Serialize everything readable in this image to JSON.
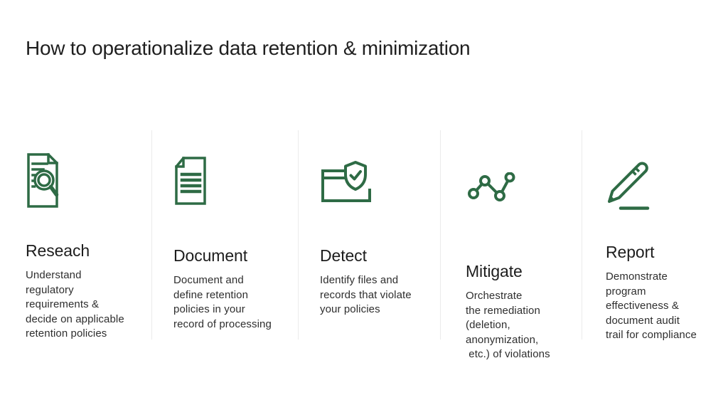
{
  "slide": {
    "title": "How to operationalize data retention & minimization"
  },
  "colors": {
    "accent_green": "#2e6b45",
    "title_text": "#1f1f1f",
    "heading_text": "#1d1d1d",
    "body_text": "#2e2e2e",
    "divider": "#ebebeb",
    "background": "#ffffff"
  },
  "steps": [
    {
      "icon": "document-magnifier-icon",
      "title": "Reseach",
      "description": "Understand\nregulatory\nrequirements &\ndecide on applicable\nretention policies"
    },
    {
      "icon": "document-icon",
      "title": "Document",
      "description": "Document and\ndefine retention\npolicies in your\nrecord of processing"
    },
    {
      "icon": "folder-shield-check-icon",
      "title": "Detect",
      "description": "Identify files and\nrecords that violate\nyour policies"
    },
    {
      "icon": "graph-nodes-icon",
      "title": "Mitigate",
      "description": "Orchestrate\nthe remediation\n(deletion,\nanonymization,\n etc.) of violations"
    },
    {
      "icon": "pencil-icon",
      "title": "Report",
      "description": "Demonstrate\nprogram\neffectiveness &\ndocument audit\ntrail for compliance"
    }
  ]
}
